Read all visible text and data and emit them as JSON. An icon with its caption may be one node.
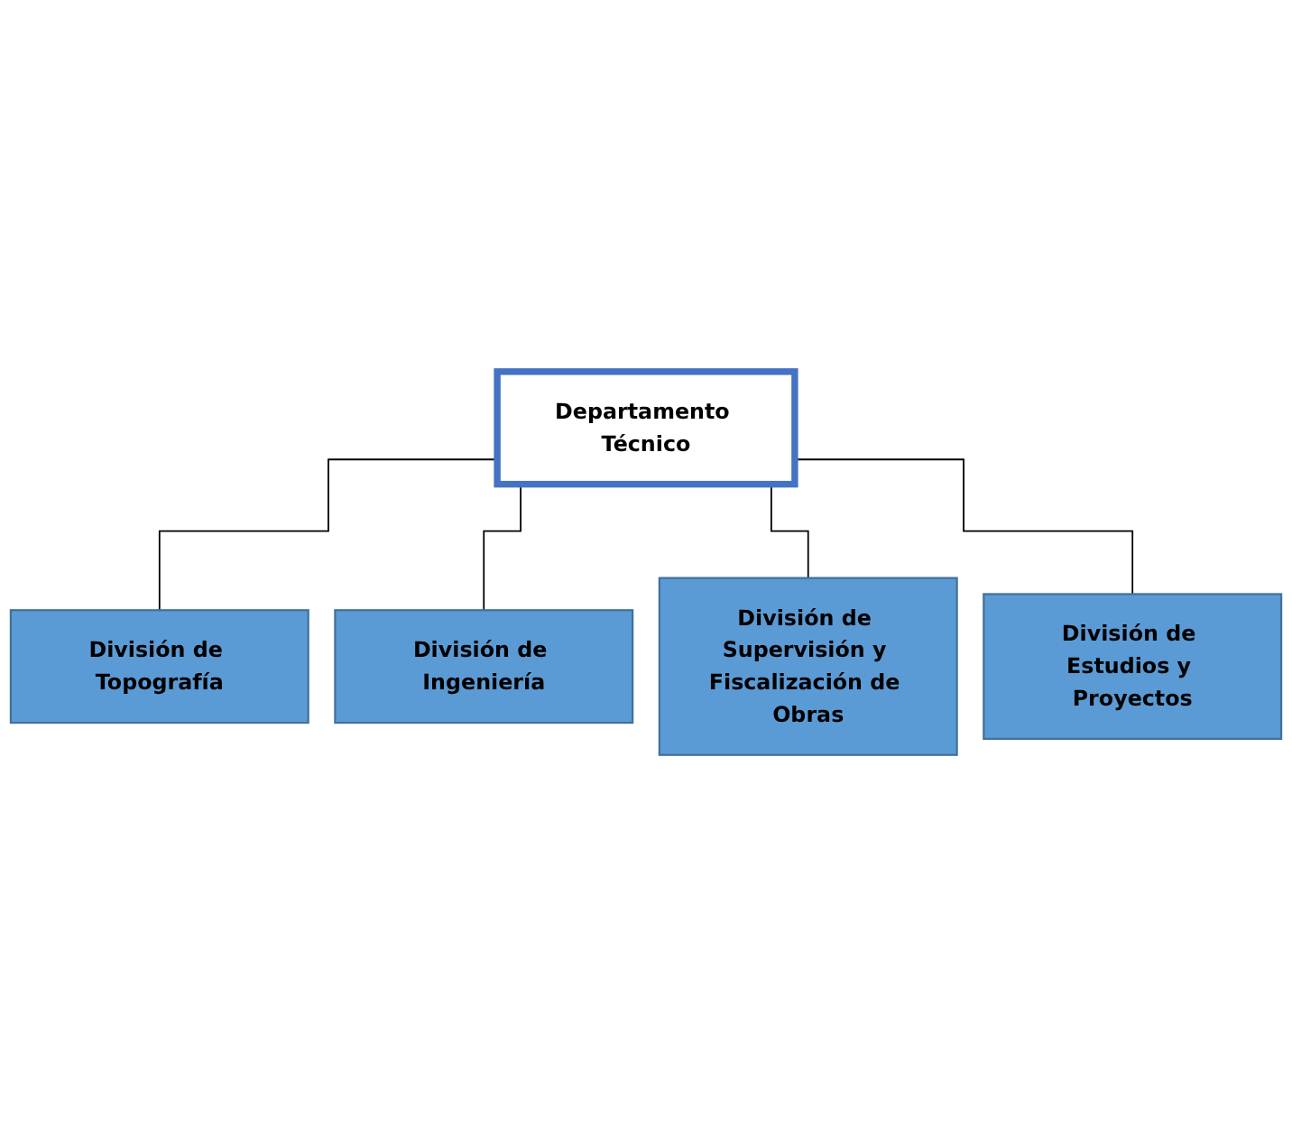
{
  "diagram": {
    "nodes": [
      {
        "text": [
          "Departamento Técnico"
        ]
      },
      {
        "text": [
          "División de Topografía"
        ]
      },
      {
        "text": [
          "División de Ingeniería"
        ]
      },
      {
        "text": [
          "División de Supervisión y Fiscalización de Obras"
        ]
      },
      {
        "text": [
          "División de Estudios y Proyectos"
        ]
      }
    ],
    "edges": [
      {
        "from": 0,
        "to": 1,
        "arrow": "none"
      },
      {
        "from": 0,
        "to": 2,
        "arrow": "none"
      },
      {
        "from": 0,
        "to": 3,
        "arrow": "none"
      },
      {
        "from": 0,
        "to": 4,
        "arrow": "none"
      }
    ]
  }
}
